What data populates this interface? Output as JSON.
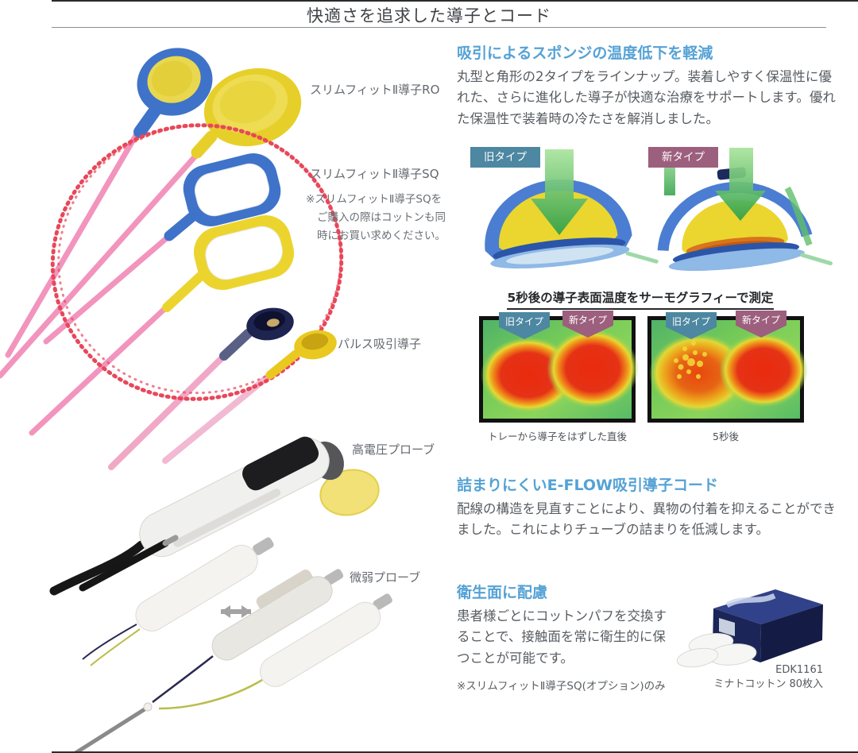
{
  "header": {
    "title": "快適さを追求した導子とコード"
  },
  "left": {
    "label_ro": "スリムフィットⅡ導子RO",
    "label_sq": "スリムフィットⅡ導子SQ",
    "note_sq": "※スリムフィットⅡ導子SQをご購入の際はコットンも同時にお買い求めください。",
    "label_pulse": "パルス吸引導子",
    "label_hv": "高電圧プローブ",
    "label_weak": "微弱プローブ"
  },
  "sections": {
    "warmth": {
      "heading": "吸引によるスポンジの温度低下を軽減",
      "body": "丸型と角形の2タイプをラインナップ。装着しやすく保温性に優れた、さらに進化した導子が快適な治療をサポートします。優れた保温性で装着時の冷たさを解消しました。",
      "old_type_label": "旧タイプ",
      "new_type_label": "新タイプ",
      "thermo_heading": "5秒後の導子表面温度をサーモグラフィーで測定",
      "thermo_caption_left": "トレーから導子をはずした直後",
      "thermo_caption_right": "5秒後"
    },
    "eflow": {
      "heading": "詰まりにくいE-FLOW吸引導子コード",
      "body": "配線の構造を見直すことにより、異物の付着を抑えることができました。これによりチューブの詰まりを低減します。"
    },
    "hygiene": {
      "heading": "衛生面に配慮",
      "body": "患者様ごとにコットンパフを交換することで、接触面を常に衛生的に保つことが可能です。",
      "note": "※スリムフィットⅡ導子SQ(オプション)のみ",
      "product_code": "EDK1161",
      "product_name": "ミナトコットン 80枚入"
    }
  },
  "colors": {
    "heading_blue": "#55a2d5",
    "old_type_bg": "#4d87a1",
    "new_type_bg": "#9d5f7e",
    "body_text": "#575c61",
    "electrode_blue": "#3f73c9",
    "electrode_yellow": "#ecd42e",
    "cable_pink": "#f294be",
    "sketch_red": "#e8475a",
    "thermo_hot_red": "#e83418",
    "thermo_bg_green": "#6ec75a",
    "cotton_box_navy": "#1b2557"
  }
}
